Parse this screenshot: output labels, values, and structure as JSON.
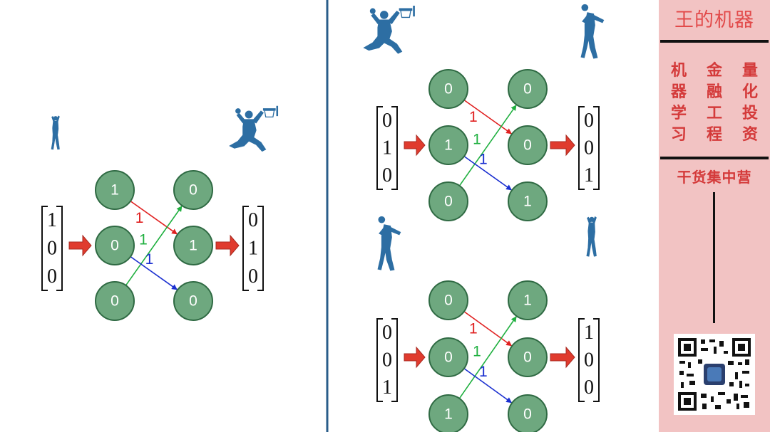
{
  "sidebar": {
    "title": "王的机器",
    "tag_columns": [
      [
        "机",
        "器",
        "学",
        "习"
      ],
      [
        "金",
        "融",
        "工",
        "程"
      ],
      [
        "量",
        "化",
        "投",
        "资"
      ]
    ],
    "slogan": "干货集中营"
  },
  "colors": {
    "node_fill": "#6ea87f",
    "node_stroke": "#2f6a43",
    "red_weight": "#e02020",
    "green_weight": "#20b040",
    "blue_weight": "#1a2fd0",
    "arrow_fill": "#e03b2e",
    "silhouette": "#2d6ea3",
    "divider": "#2a5d8a",
    "sidebar_bg": "#f2c3c3",
    "sidebar_text": "#d43a3a"
  },
  "panels": [
    {
      "id": "left",
      "input_vector": [
        "1",
        "0",
        "0"
      ],
      "input_nodes": [
        "1",
        "0",
        "0"
      ],
      "output_nodes": [
        "0",
        "1",
        "0"
      ],
      "output_vector": [
        "0",
        "1",
        "0"
      ],
      "input_icon": "player-shooting-icon",
      "output_icon": "player-dunking-icon",
      "weights": [
        {
          "from": 0,
          "to": 1,
          "label": "1",
          "color": "red"
        },
        {
          "from": 2,
          "to": 0,
          "label": "1",
          "color": "green"
        },
        {
          "from": 1,
          "to": 2,
          "label": "1",
          "color": "blue"
        }
      ]
    },
    {
      "id": "right-top",
      "input_vector": [
        "0",
        "1",
        "0"
      ],
      "input_nodes": [
        "0",
        "1",
        "0"
      ],
      "output_nodes": [
        "0",
        "0",
        "1"
      ],
      "output_vector": [
        "0",
        "0",
        "1"
      ],
      "input_icon": "player-dunking-icon",
      "output_icon": "player-dribbling-icon",
      "weights": [
        {
          "from": 0,
          "to": 1,
          "label": "1",
          "color": "red"
        },
        {
          "from": 2,
          "to": 0,
          "label": "1",
          "color": "green"
        },
        {
          "from": 1,
          "to": 2,
          "label": "1",
          "color": "blue"
        }
      ]
    },
    {
      "id": "right-bottom",
      "input_vector": [
        "0",
        "0",
        "1"
      ],
      "input_nodes": [
        "0",
        "0",
        "1"
      ],
      "output_nodes": [
        "1",
        "0",
        "0"
      ],
      "output_vector": [
        "1",
        "0",
        "0"
      ],
      "input_icon": "player-dribbling-icon",
      "output_icon": "player-shooting-icon",
      "weights": [
        {
          "from": 0,
          "to": 1,
          "label": "1",
          "color": "red"
        },
        {
          "from": 2,
          "to": 0,
          "label": "1",
          "color": "green"
        },
        {
          "from": 1,
          "to": 2,
          "label": "1",
          "color": "blue"
        }
      ]
    }
  ]
}
